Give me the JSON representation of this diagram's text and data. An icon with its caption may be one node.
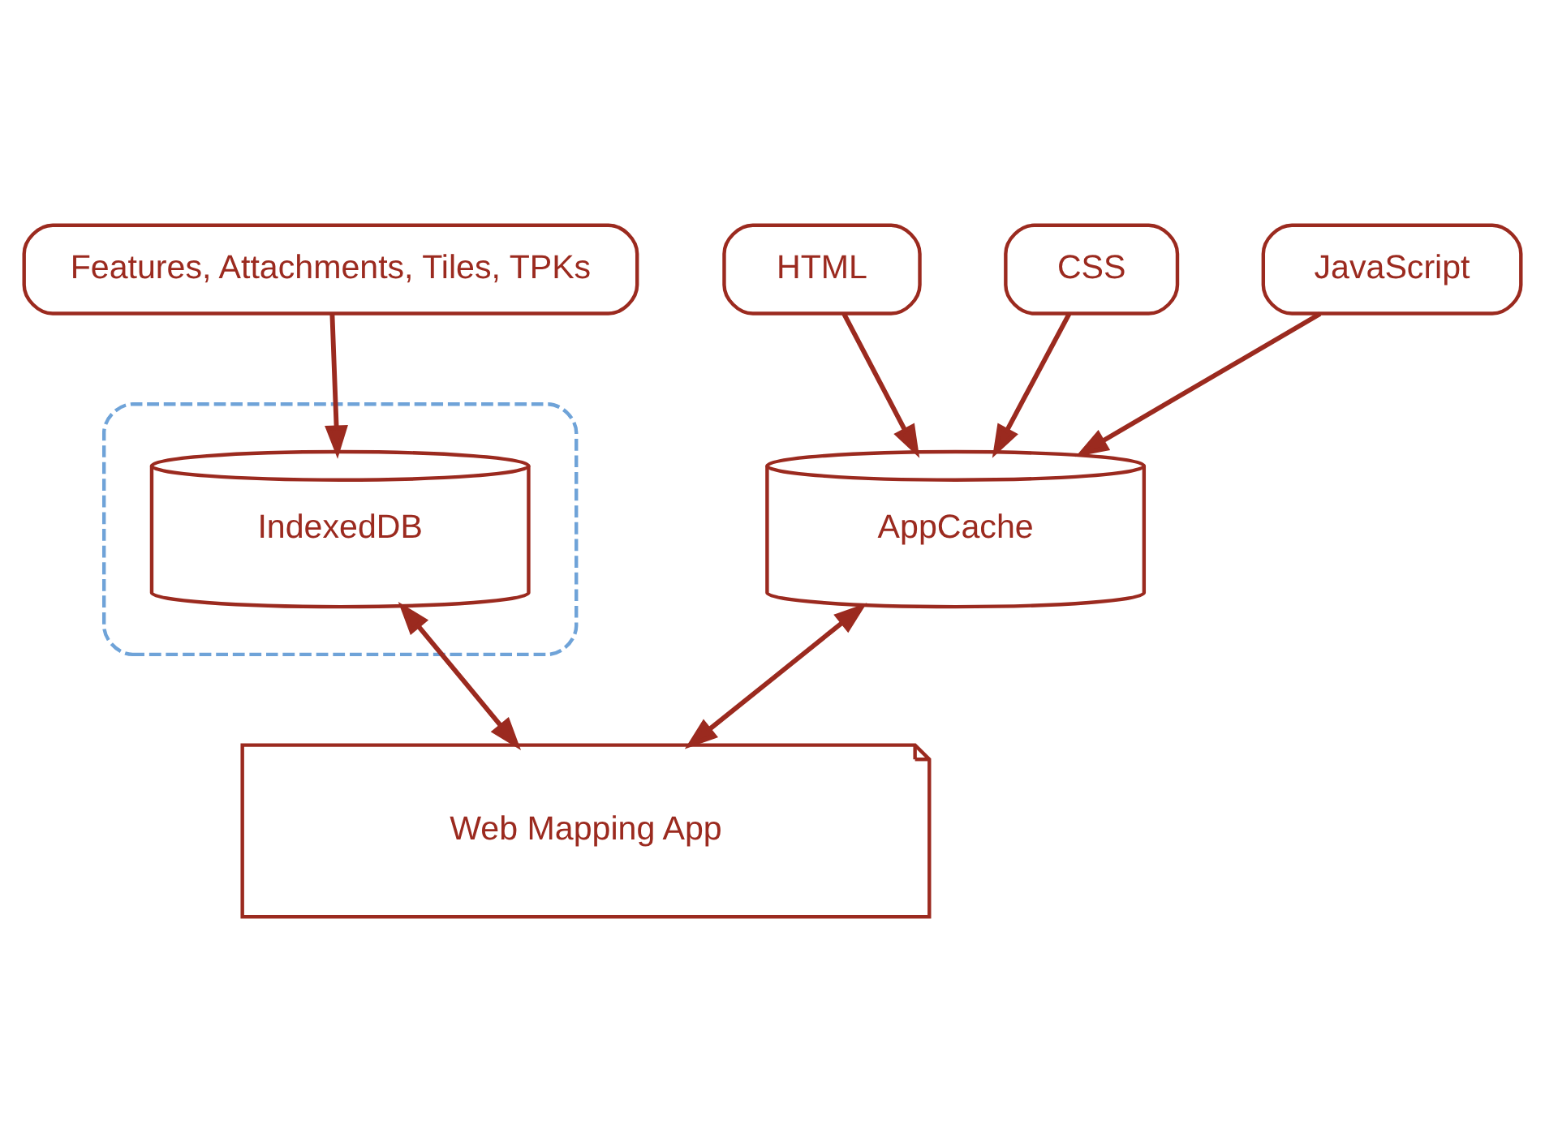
{
  "diagram": {
    "nodes": [
      {
        "text": [
          "Features, Attachments, Tiles, TPKs"
        ]
      },
      {
        "text": [
          "HTML"
        ]
      },
      {
        "text": [
          "CSS"
        ]
      },
      {
        "text": [
          "JavaScript"
        ]
      },
      {
        "text": [],
        "shape": "box"
      },
      {
        "text": [
          "IndexedDB"
        ],
        "in": 4
      },
      {
        "text": [
          "AppCache"
        ]
      },
      {
        "text": [
          "Web Mapping App"
        ]
      }
    ],
    "edges": [
      {
        "from": 0,
        "to": 5,
        "arrow": "to"
      },
      {
        "from": 1,
        "to": 6,
        "arrow": "to"
      },
      {
        "from": 2,
        "to": 6,
        "arrow": "to"
      },
      {
        "from": 3,
        "to": 6,
        "arrow": "to"
      },
      {
        "from": 5,
        "to": 7,
        "arrow": "both"
      },
      {
        "from": 6,
        "to": 7,
        "arrow": "both"
      }
    ]
  }
}
